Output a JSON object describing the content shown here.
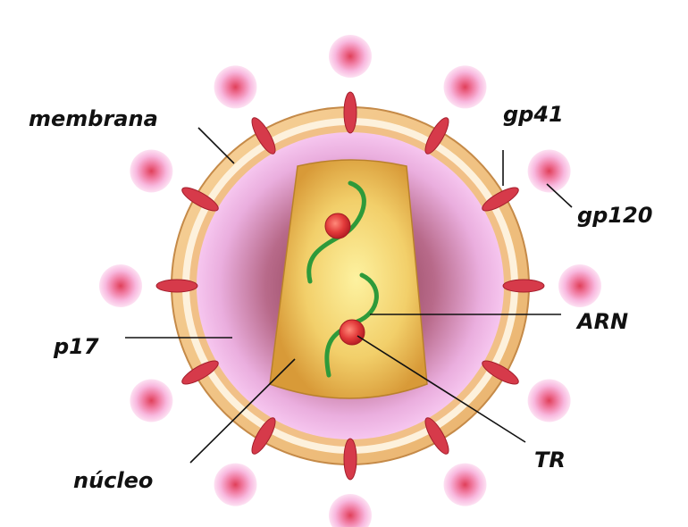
{
  "labels": {
    "membrana": "membrana",
    "gp41": "gp41",
    "gp120": "gp120",
    "arn": "ARN",
    "p17": "p17",
    "tr": "TR",
    "nucleo": "núcleo"
  },
  "colors": {
    "background": "#ffffff",
    "envelope": "#f3c58a",
    "envelope_inner_band": "#fdf1dc",
    "matrix_outer": "#f2b6ea",
    "matrix_inner": "#8e3f4e",
    "capsid": "#e1a83e",
    "capsid_highlight": "#fbe98a",
    "rna_strand": "#2e9a3a",
    "enzyme": "#e23a3a",
    "spike_head": "#f6a9dc",
    "spike_stalk": "#d63a4a",
    "leader_line": "#111111"
  }
}
